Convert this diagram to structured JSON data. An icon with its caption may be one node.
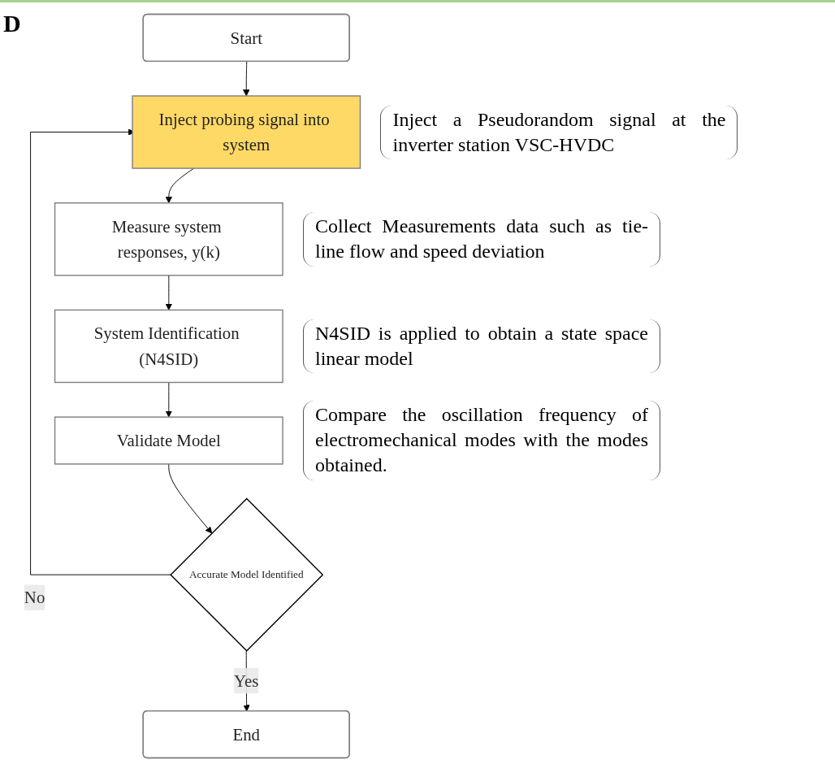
{
  "diagram": {
    "nodes": [
      {
        "text": [
          "Start"
        ]
      },
      {
        "text": [
          "Inject probing signal into system"
        ],
        "beside": [
          "Inject a Pseudorandom signal at the inverter station VSC-HVDC"
        ]
      },
      {
        "text": [
          "Measure system responses, y(k)"
        ],
        "beside": [
          "Collect Measurements data such as tie-line flow and speed deviation"
        ]
      },
      {
        "text": [
          "System Identification (N4SID)"
        ],
        "beside": [
          "N4SID is applied to obtain a state space linear model"
        ]
      },
      {
        "text": [
          "Validate Model"
        ],
        "beside": [
          "Compare the oscillation frequency of electromechanical modes with the modes obtained."
        ]
      },
      {
        "text": [
          "Accurate Model Identified"
        ]
      },
      {
        "text": [
          "End"
        ]
      }
    ],
    "edges": [
      {
        "from": 0,
        "to": 1,
        "arrow": "to"
      },
      {
        "from": 1,
        "to": 2,
        "arrow": "to"
      },
      {
        "from": 2,
        "to": 3,
        "arrow": "to"
      },
      {
        "from": 3,
        "to": 4,
        "arrow": "to"
      },
      {
        "from": 4,
        "to": 5,
        "arrow": "to"
      },
      {
        "from": 5,
        "to": 1,
        "arrow": "to",
        "label": "No"
      },
      {
        "from": 5,
        "to": 6,
        "arrow": "to",
        "label": "Yes"
      }
    ],
    "labels": [
      "D"
    ]
  }
}
